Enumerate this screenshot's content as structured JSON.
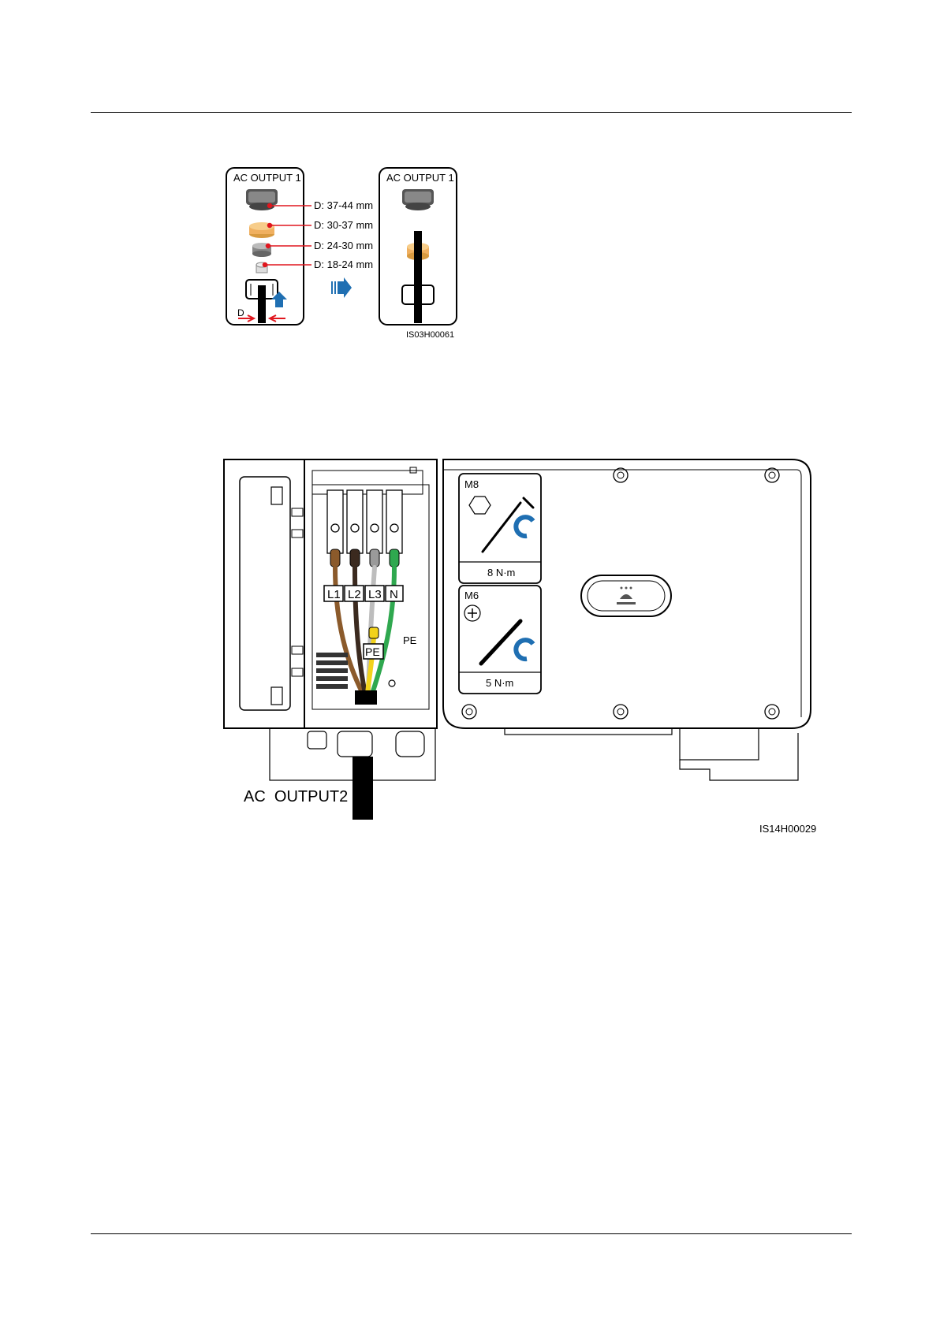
{
  "figure1": {
    "box_left_title": "AC OUTPUT 1",
    "box_right_title": "AC OUTPUT 1",
    "dims": [
      "D: 37-44 mm",
      "D: 30-37 mm",
      "D: 24-30 mm",
      "D: 18-24 mm"
    ],
    "d_label": "D",
    "code": "IS03H00061",
    "colors": {
      "orange_seal": "#f0b060",
      "arrow_blue": "#1f6fb2",
      "cable": "#000000",
      "red_arrow": "#e0161e"
    }
  },
  "figure2": {
    "torque_top": {
      "bolt": "M8",
      "value": "8 N·m"
    },
    "torque_bottom": {
      "bolt": "M6",
      "value": "5 N·m"
    },
    "terminals": [
      "L1",
      "L2",
      "L3",
      "N"
    ],
    "pe_label": "PE",
    "pe_label_small": "PE",
    "output_label": "AC  OUTPUT2",
    "code": "IS14H00029",
    "colors": {
      "brown": "#8b5a2b",
      "dark_brown": "#3b2a1f",
      "grey": "#9a9a9a",
      "green": "#2fa84f",
      "yellow": "#f2d21b",
      "blue_rotate": "#1f6fb2"
    }
  }
}
